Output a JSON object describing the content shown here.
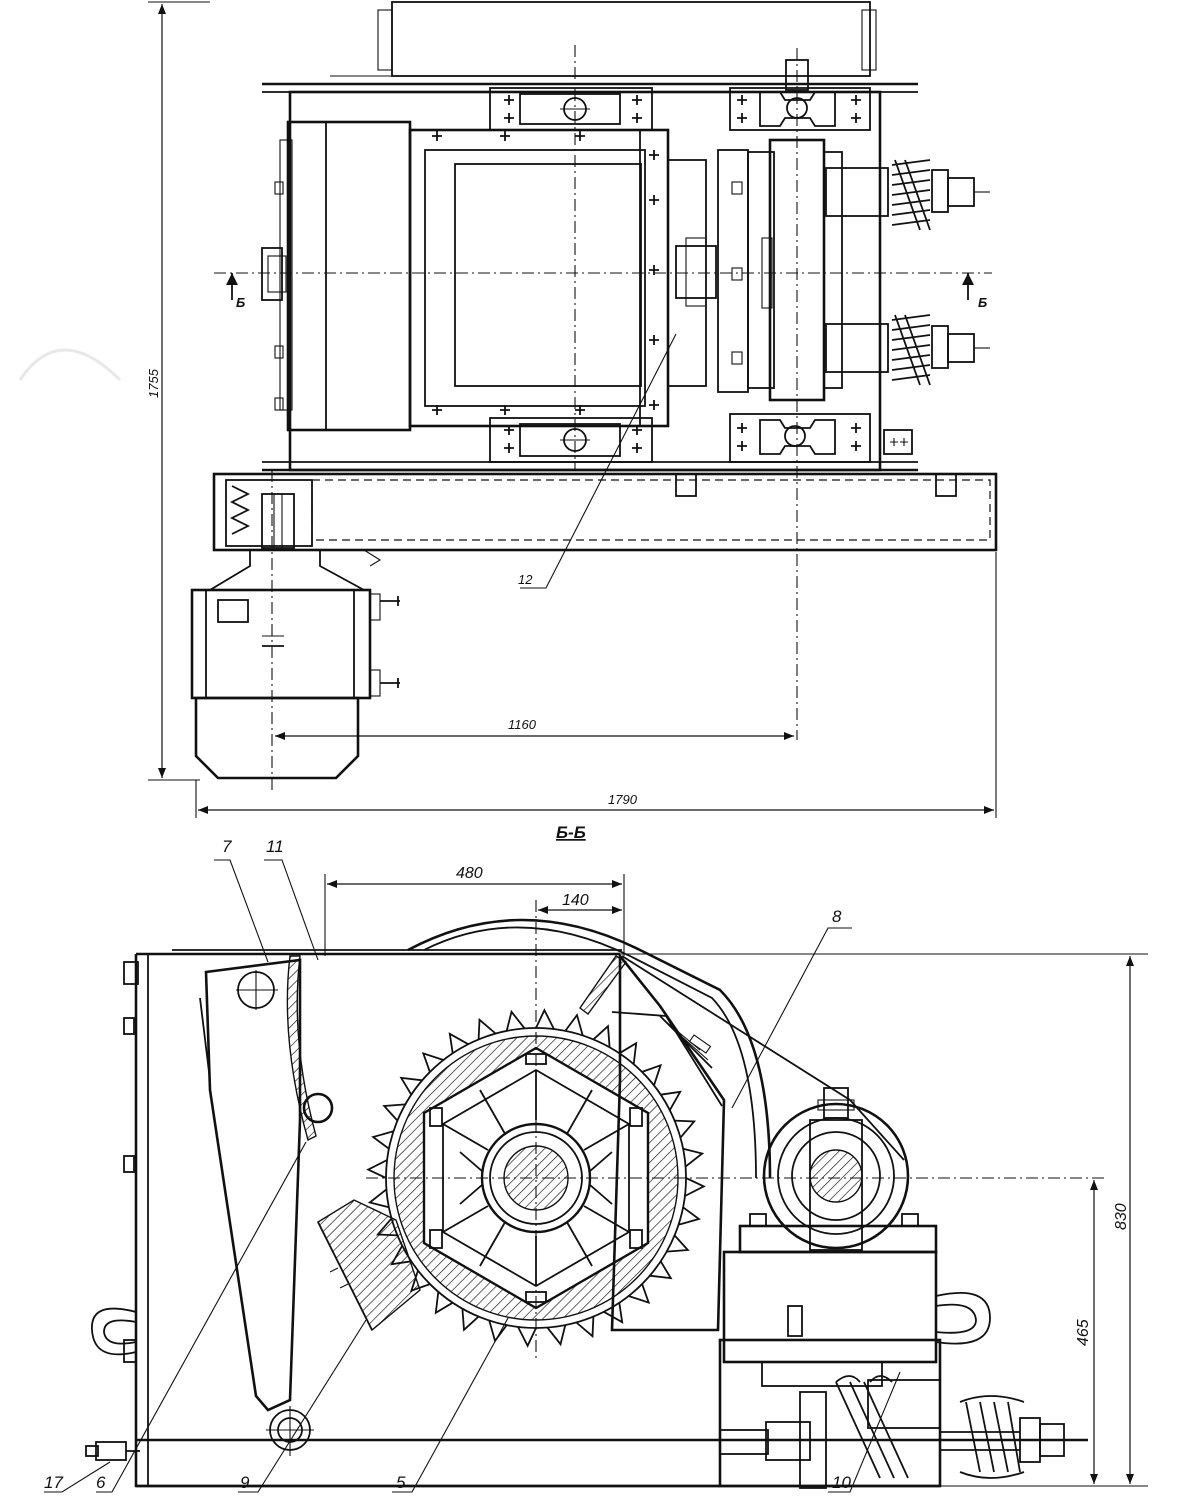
{
  "section_label": "Б-Б",
  "section_arrow_left": "Б",
  "section_arrow_right": "Б",
  "dimensions": {
    "plan_height": "1755",
    "plan_inner_width": "1160",
    "plan_total_width": "1790",
    "section_top_width": "480",
    "section_offset": "140",
    "section_height": "830",
    "section_axis_height": "465"
  },
  "callouts": {
    "c12": "12",
    "c7": "7",
    "c11": "11",
    "c8": "8",
    "c17": "17",
    "c6": "6",
    "c9": "9",
    "c5": "5",
    "c10": "10"
  }
}
